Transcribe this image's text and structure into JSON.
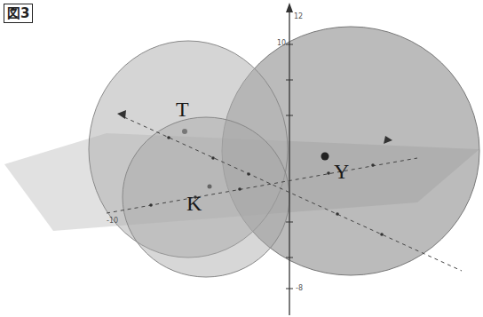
{
  "diagram": {
    "title": "図3",
    "labels": [
      "T",
      "K",
      "Y",
      "12",
      "10",
      "-10",
      "-8"
    ]
  }
}
